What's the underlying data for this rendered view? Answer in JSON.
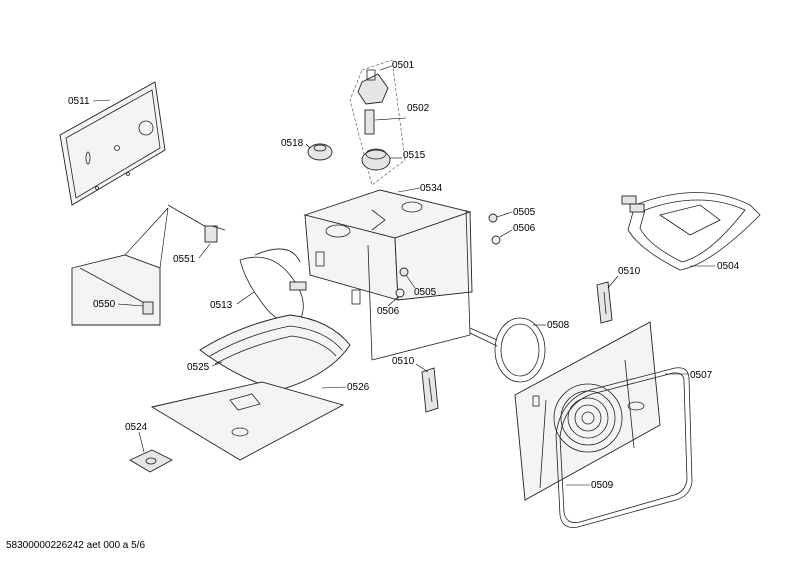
{
  "labels": {
    "l0501": "0501",
    "l0502": "0502",
    "l0515": "0515",
    "l0511": "0511",
    "l0518": "0518",
    "l0534": "0534",
    "l0505a": "0505",
    "l0506a": "0506",
    "l0504": "0504",
    "l0551": "0551",
    "l0550": "0550",
    "l0513": "0513",
    "l0505b": "0505",
    "l0506b": "0506",
    "l0510a": "0510",
    "l0508": "0508",
    "l0525": "0525",
    "l0510b": "0510",
    "l0526": "0526",
    "l0507": "0507",
    "l0524": "0524",
    "l0509": "0509"
  },
  "footer": {
    "document_id": "58300000226242 aet 000 a 5/6"
  }
}
